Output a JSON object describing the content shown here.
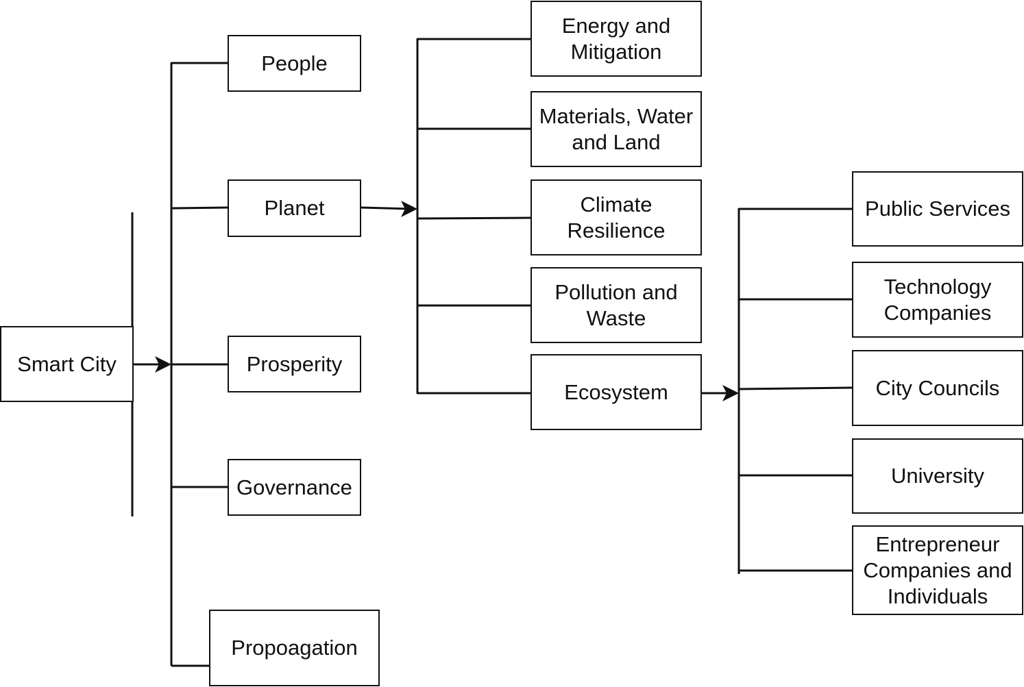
{
  "diagram": {
    "root": {
      "lines": [
        "Smart City"
      ]
    },
    "pillars": [
      {
        "lines": [
          "People"
        ]
      },
      {
        "lines": [
          "Planet"
        ]
      },
      {
        "lines": [
          "Prosperity"
        ]
      },
      {
        "lines": [
          "Governance"
        ]
      },
      {
        "lines": [
          "Propoagation"
        ]
      }
    ],
    "planet_topics": [
      {
        "lines": [
          "Energy and",
          "Mitigation"
        ]
      },
      {
        "lines": [
          "Materials, Water",
          "and Land"
        ]
      },
      {
        "lines": [
          "Climate",
          "Resilience"
        ]
      },
      {
        "lines": [
          "Pollution and",
          "Waste"
        ]
      },
      {
        "lines": [
          "Ecosystem"
        ]
      }
    ],
    "ecosystem_actors": [
      {
        "lines": [
          "Public Services"
        ]
      },
      {
        "lines": [
          "Technology",
          "Companies"
        ]
      },
      {
        "lines": [
          "City Councils"
        ]
      },
      {
        "lines": [
          "University"
        ]
      },
      {
        "lines": [
          "Entrepreneur",
          "Companies and",
          "Individuals"
        ]
      }
    ],
    "edges": [
      {
        "from": "Smart City",
        "to": [
          "People",
          "Planet",
          "Prosperity",
          "Governance",
          "Propoagation"
        ]
      },
      {
        "from": "Planet",
        "to": [
          "Energy and Mitigation",
          "Materials, Water and Land",
          "Climate Resilience",
          "Pollution and Waste",
          "Ecosystem"
        ]
      },
      {
        "from": "Ecosystem",
        "to": [
          "Public Services",
          "Technology Companies",
          "City Councils",
          "University",
          "Entrepreneur Companies and Individuals"
        ]
      }
    ]
  },
  "colors": {
    "line": "#111111",
    "box_border": "#111111",
    "text": "#111111",
    "background": "#ffffff"
  }
}
